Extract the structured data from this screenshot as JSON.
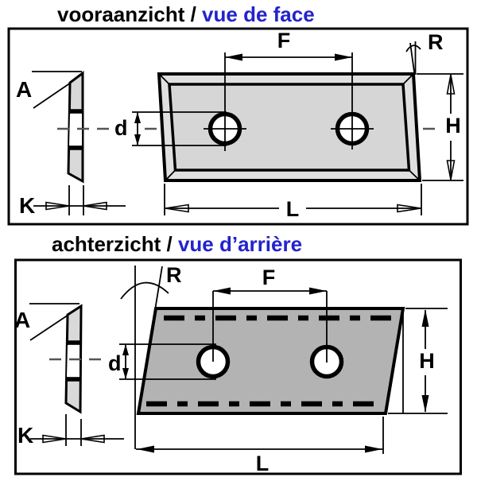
{
  "front_panel": {
    "title_black": "vooraanzicht / ",
    "title_blue": "vue de face",
    "labels": {
      "A": "A",
      "K": "K",
      "d": "d",
      "F": "F",
      "R": "R",
      "H": "H",
      "L": "L"
    }
  },
  "back_panel": {
    "title_black": "achterzicht / ",
    "title_blue": "vue d’arrière",
    "labels": {
      "A": "A",
      "K": "K",
      "d": "d",
      "F": "F",
      "R": "R",
      "H": "H",
      "L": "L"
    }
  },
  "colors": {
    "title_accent_blue": "#2323cc",
    "front_insert_fill": "#e0e0e0",
    "front_insert_face_fill": "#d6d6d6",
    "back_insert_fill": "#b3b3b3",
    "side_profile_fill": "#d9d9d9",
    "centerline_gray": "#555555",
    "outline_black": "#000000"
  }
}
